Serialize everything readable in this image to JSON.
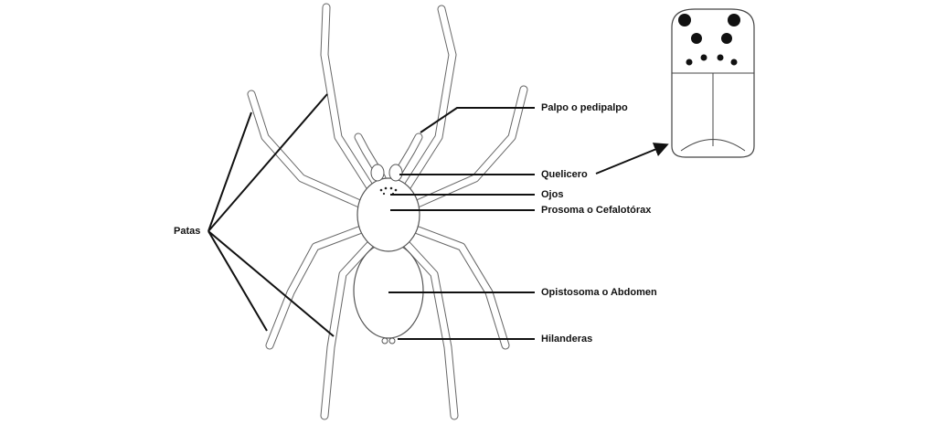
{
  "labels": {
    "palpo": "Palpo o pedipalpo",
    "quelicero": "Quelicero",
    "ojos": "Ojos",
    "prosoma": "Prosoma o Cefalotórax",
    "opistosoma": "Opistosoma o Abdomen",
    "hilanderas": "Hilanderas",
    "patas": "Patas"
  }
}
